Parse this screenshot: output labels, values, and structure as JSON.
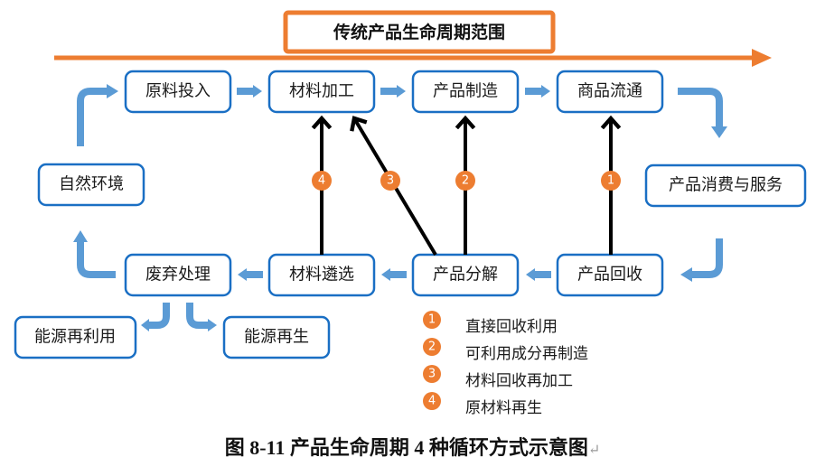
{
  "title": "传统产品生命周期范围",
  "colors": {
    "accent_orange": "#ed7d31",
    "node_border": "#1a6fc4",
    "flow_arrow": "#5b9bd5",
    "recycle_arrow": "#000000"
  },
  "nodes": {
    "raw_input": "原料投入",
    "material_processing": "材料加工",
    "product_manufacturing": "产品制造",
    "commodity_circulation": "商品流通",
    "consumption_service": "产品消费与服务",
    "product_recycling": "产品回收",
    "product_disassembly": "产品分解",
    "material_sorting": "材料遴选",
    "waste_disposal": "废弃处理",
    "natural_environment": "自然环境",
    "energy_reuse": "能源再利用",
    "energy_regeneration": "能源再生"
  },
  "badges": [
    "1",
    "2",
    "3",
    "4"
  ],
  "legend": [
    {
      "num": "1",
      "label": "直接回收利用"
    },
    {
      "num": "2",
      "label": "可利用成分再制造"
    },
    {
      "num": "3",
      "label": "材料回收再加工"
    },
    {
      "num": "4",
      "label": "原材料再生"
    }
  ],
  "caption": {
    "text": "图 8-11 产品生命周期 4 种循环方式示意图",
    "return_mark": "↵"
  }
}
